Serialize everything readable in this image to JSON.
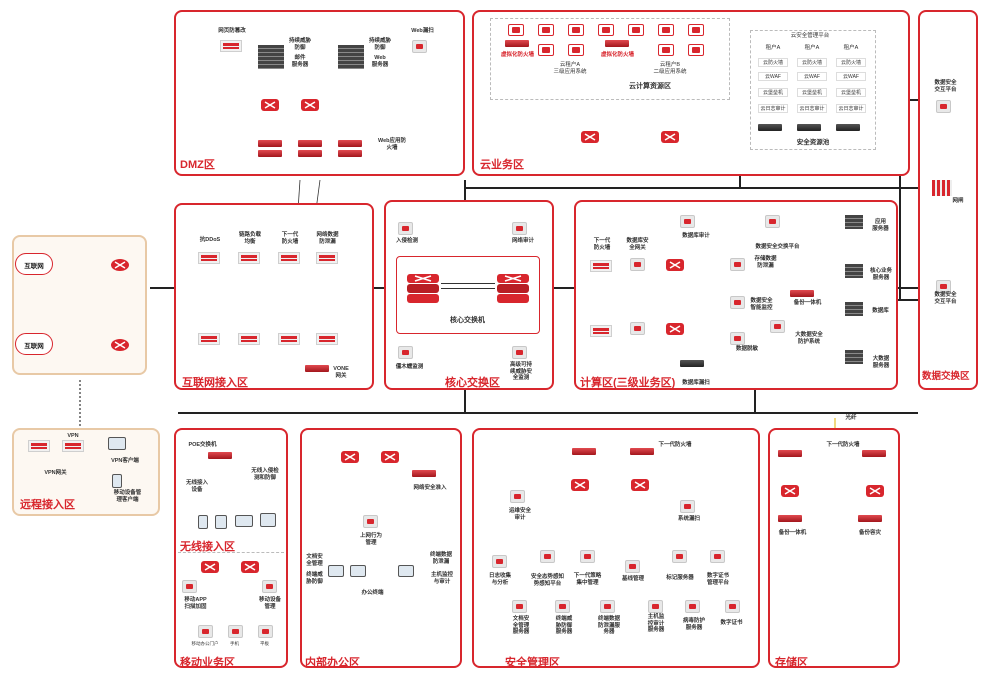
{
  "zones": {
    "dmz": "DMZ区",
    "cloud": "云业务区",
    "internet_access": "互联网接入区",
    "core": "核心交换区",
    "compute": "计算区(三级业务区)",
    "data_exchange": "数据交换区",
    "remote": "远程接入区",
    "wireless": "无线接入区",
    "mobile": "移动业务区",
    "office": "内部办公区",
    "security_mgmt": "安全管理区",
    "storage": "存储区"
  },
  "internet": {
    "cloud_top": "互联网",
    "cloud_bottom": "互联网"
  },
  "dmz": {
    "anti_tamper": "网页防篡改",
    "threat_probe": "持续威胁\n防御",
    "mail_server": "邮件\n服务器",
    "threat_probe2": "持续威胁\n防御",
    "web_server": "Web\n服务器",
    "web_scan": "Web漏扫",
    "waf": "Web应用防\n火墙"
  },
  "cloud": {
    "vfw1": "虚拟化防火墙",
    "vfw2": "虚拟化防火墙",
    "tenant1": "云租户A\n三级应用系统",
    "tenant2": "云租户B\n二级应用系统",
    "resource_zone": "云计算资源区",
    "sec_platform": "云安全管理平台",
    "tenants_head": [
      "租户A",
      "租户A",
      "租户A"
    ],
    "cells": [
      "云防火墙",
      "云防火墙",
      "云防火墙",
      "云WAF",
      "云WAF",
      "云WAF",
      "云堡垒机",
      "云堡垒机",
      "云堡垒机",
      "云日志审计",
      "云日志审计",
      "云日志审计"
    ],
    "pool": "安全资源池"
  },
  "access": {
    "ddos": "抗DDoS",
    "lb": "链路负载\n均衡",
    "ngfw": "下一代\n防火墙",
    "dlp": "网络数据\n防泄漏",
    "vpn_gw": "VONE\n网关"
  },
  "core": {
    "ips": "入侵检测",
    "audit": "网络审计",
    "switch": "核心交换机",
    "honeypot": "僵木蠕监测",
    "ha": "高级可持\n续威胁安\n全监测"
  },
  "compute": {
    "ngfw": "下一代\n防火墙",
    "db_gw": "数据库安\n全网关",
    "db_audit": "数据库审计",
    "data_exchange": "数据安全交换平台",
    "storage_probe": "存储数据\n防泄漏",
    "db_smart": "数据安全\n智能监控",
    "big_data": "大数据安全\n防护系统",
    "desensitize": "数据脱敏",
    "db_scan": "数据库漏扫",
    "app_server": "应用\n服务器",
    "core_server": "核心业务\n服务器",
    "backup": "备份一体机",
    "database": "数据库",
    "big_server": "大数据\n服务器"
  },
  "exchange": {
    "platform_top": "数据安全\n交互平台",
    "gate": "网闸",
    "platform_bottom": "数据安全\n交互平台"
  },
  "remote": {
    "vpn1": "VPN",
    "vpn_gw": "VPN网关",
    "vpn_client": "VPN客户端",
    "mobile_mgmt": "移动设备管\n理客户端"
  },
  "wireless": {
    "poe": "POE交换机",
    "ap_ctrl": "无线入侵检\n测和防御",
    "ap": "无线接入\n设备"
  },
  "mobile": {
    "app_fw": "移动APP\n扫描加固",
    "mdm": "移动设备\n管理",
    "t1": "移动办公门户",
    "t2": "手机",
    "t3": "平板"
  },
  "office": {
    "net_access": "网络安全准入",
    "behavior": "上网行为\n管理",
    "doc_sec": "文档安\n全管理",
    "terminal_av": "终端威\n胁防御",
    "dlp": "终端数据\n防泄漏",
    "host_audit": "主机监控\n与审计",
    "office_net": "办公终端"
  },
  "secmgmt": {
    "ngfw": "下一代防火墙",
    "ops_audit": "运维安全\n审计",
    "sys_scan": "系统漏扫",
    "log": "日志收集\n与分析",
    "situation": "安全态势感知\n势感知平台",
    "ngfw_mgmt": "下一代策略\n集中管理",
    "baseline": "基线管理",
    "time": "标记服务器",
    "db_ctrl": "数字证书\n管理平台",
    "doc_mgmt": "文档安\n全管理\n服务器",
    "term_srv": "终端威\n胁防御\n服务器",
    "dlp_srv": "终端数据\n防泄漏服\n务器",
    "host_srv": "主机监\n控审计\n服务器",
    "av_srv": "病毒防护\n服务器",
    "cert": "数字证书"
  },
  "storage": {
    "fiber": "光纤",
    "ngfw": "下一代防火墙",
    "backup": "备份一体机",
    "disaster": "备份容灾"
  }
}
